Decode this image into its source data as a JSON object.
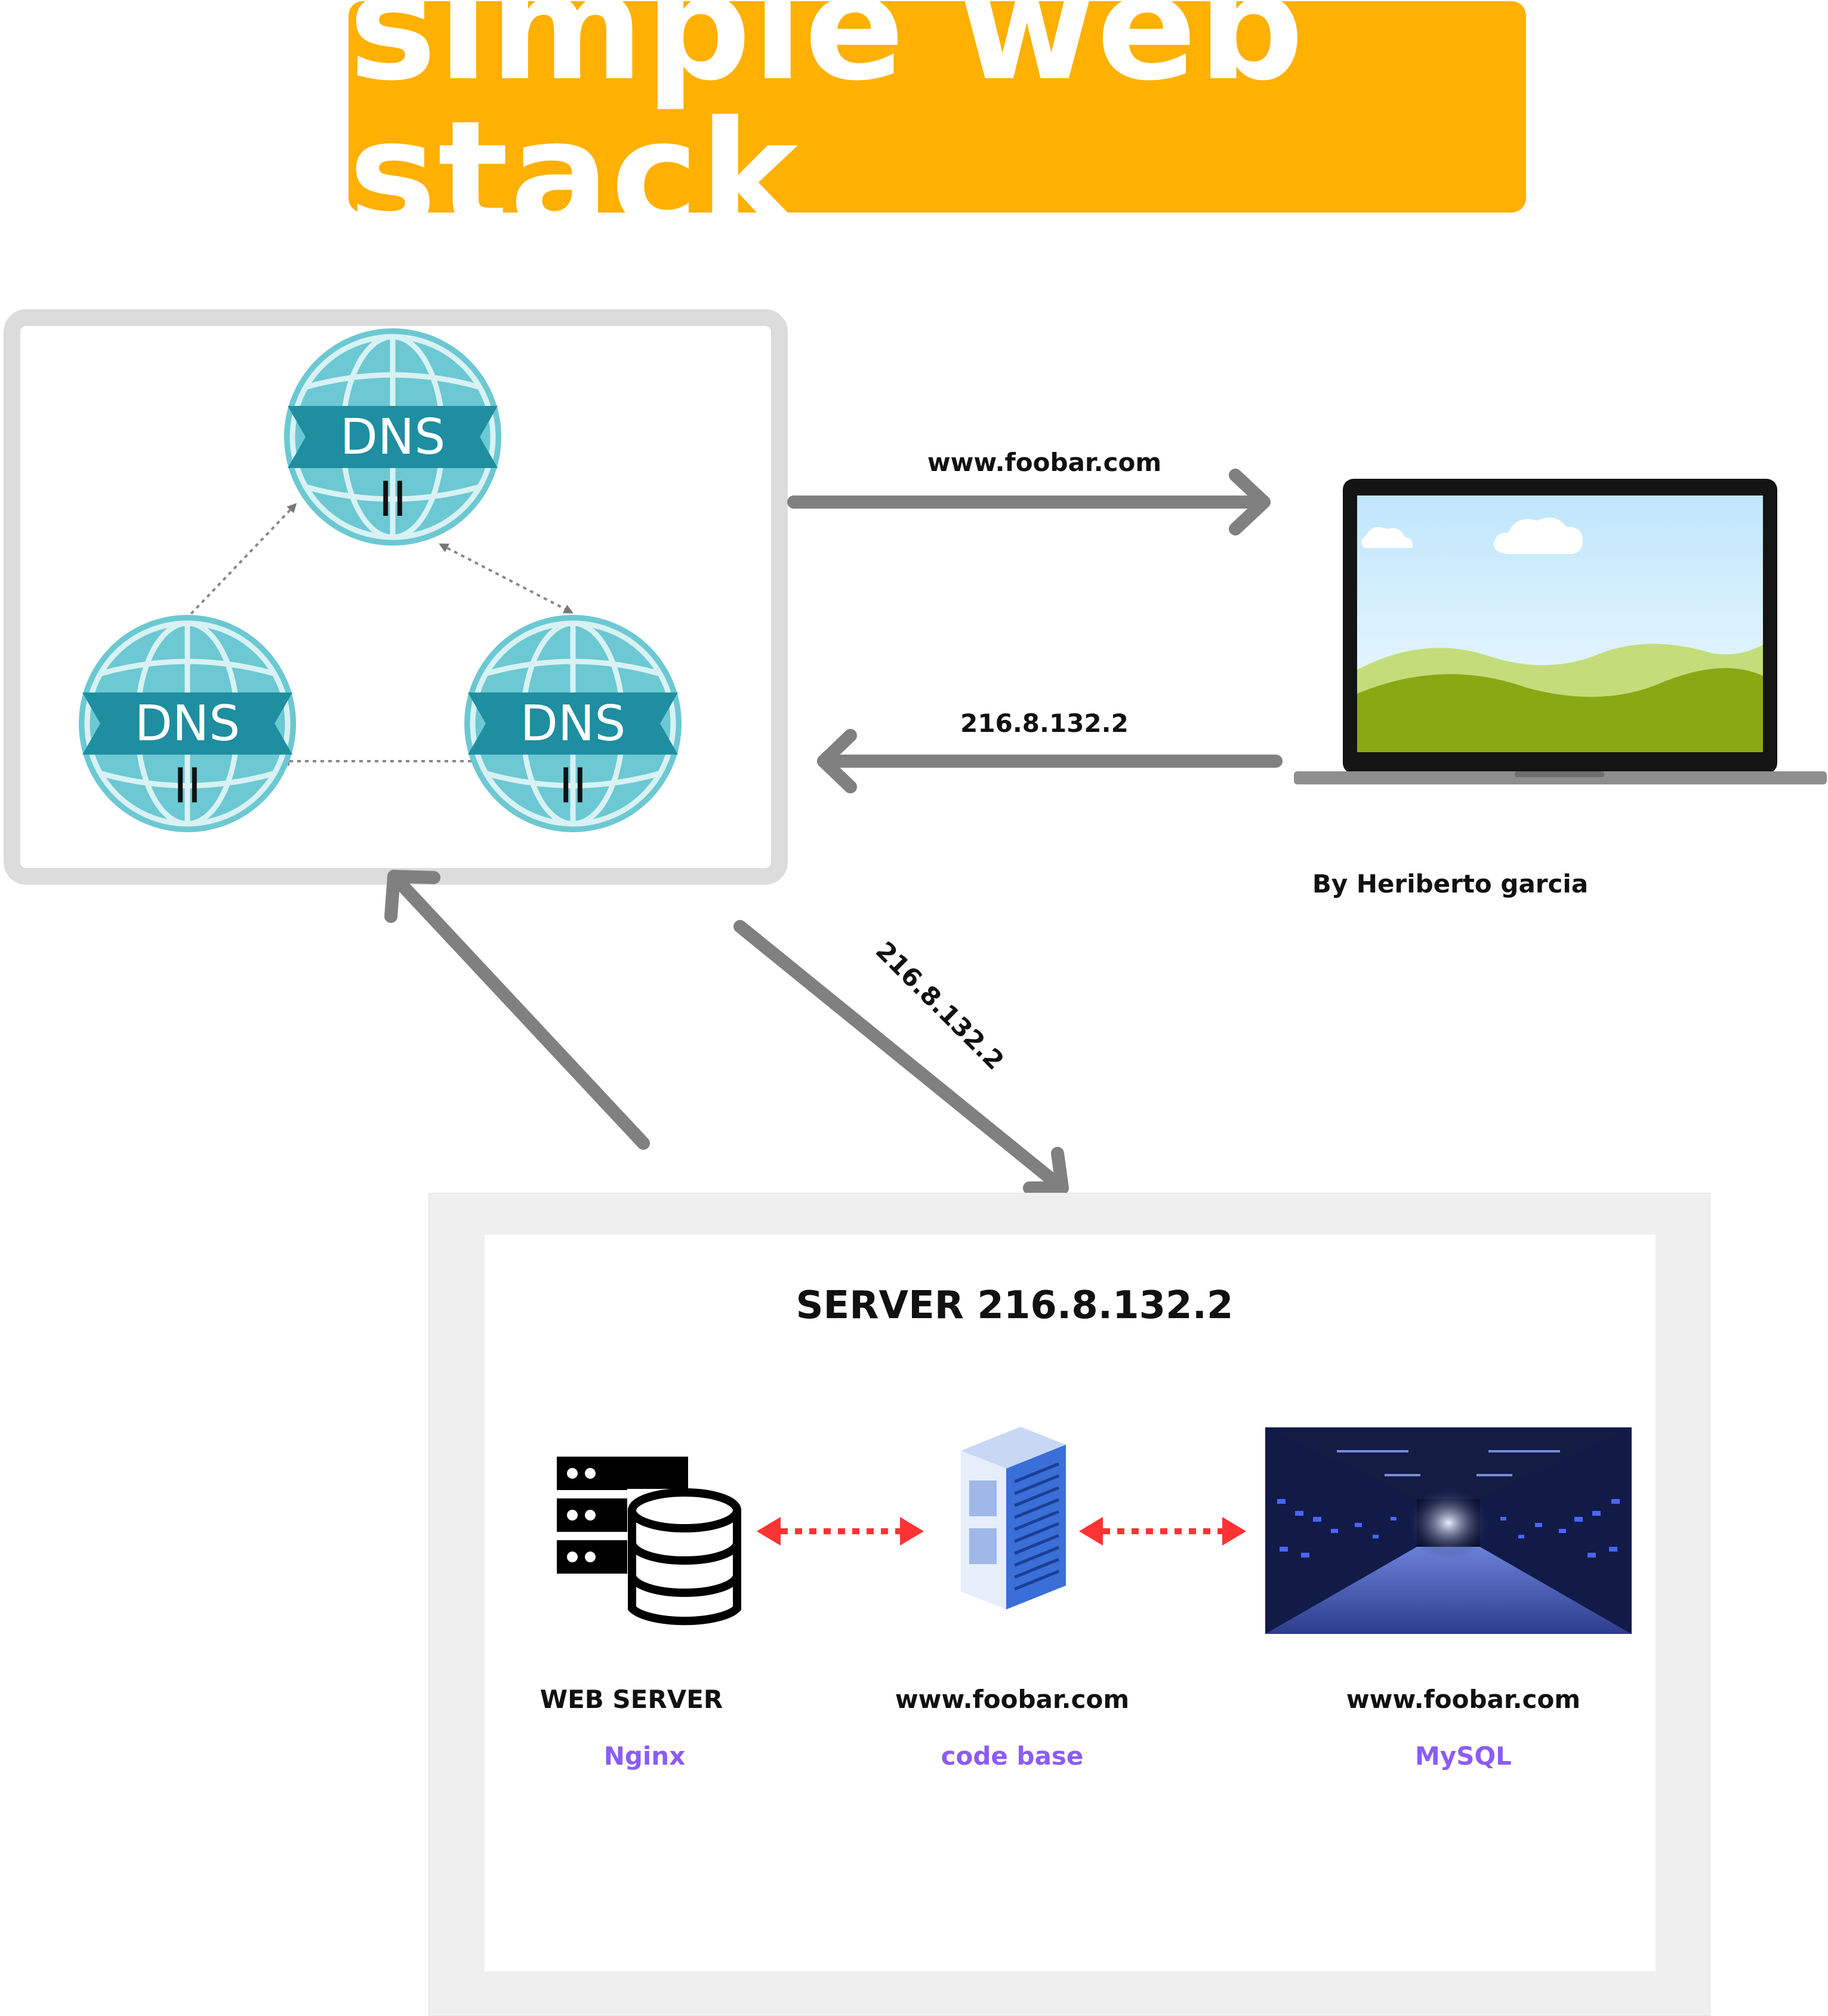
{
  "title": "simple web stack",
  "dns": {
    "node_label": "DNS",
    "node_mark": "II",
    "colors": {
      "globe": "#6cc8d2",
      "banner": "#1e8ea0",
      "lines": "#d8f2f4"
    }
  },
  "flow": {
    "request_label": "www.foobar.com",
    "response_label": "216.8.132.2",
    "diagonal_label": "216.8.132.2",
    "arrow_color": "#808080"
  },
  "author": "By Heriberto garcia",
  "server": {
    "title": "SERVER 216.8.132.2",
    "components": [
      {
        "name": "WEB SERVER",
        "role": "Nginx",
        "icon": "web-server-database-icon"
      },
      {
        "name": "www.foobar.com",
        "role": "code base",
        "icon": "server-rack-icon"
      },
      {
        "name": "www.foobar.com",
        "role": "MySQL",
        "icon": "datacenter-photo"
      }
    ],
    "link_color": "#ff3333",
    "role_color": "#8b5cf6"
  }
}
